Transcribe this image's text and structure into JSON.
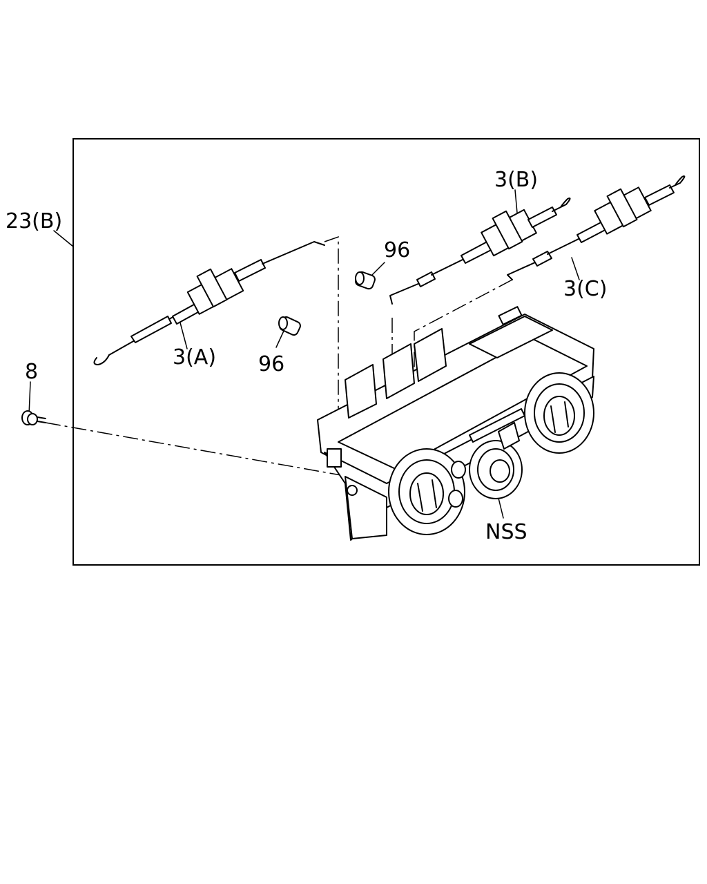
{
  "callouts": {
    "assembly": "23(B)",
    "bolt": "8",
    "cable_a": "3(A)",
    "cable_b": "3(B)",
    "cable_c": "3(C)",
    "clip_upper": "96",
    "clip_lower": "96",
    "control_unit": "NSS"
  }
}
